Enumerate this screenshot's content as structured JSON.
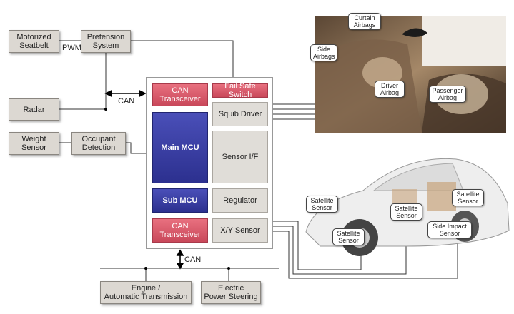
{
  "left_boxes": {
    "motorized_seatbelt": "Motorized\nSeatbelt",
    "pretension_system": "Pretension\nSystem",
    "pwm": "PWM",
    "radar": "Radar",
    "weight_sensor": "Weight\nSensor",
    "occupant_detection": "Occupant\nDetection",
    "can_top": "CAN",
    "can_bottom": "CAN"
  },
  "ecu": {
    "can_transceiver_top": "CAN Transceiver",
    "fail_safe_switch": "Fail Safe Switch",
    "squib_driver": "Squib Driver",
    "main_mcu": "Main MCU",
    "sensor_if": "Sensor I/F",
    "sub_mcu": "Sub MCU",
    "regulator": "Regulator",
    "can_transceiver_bottom": "CAN Transceiver",
    "xy_sensor": "X/Y Sensor"
  },
  "bottom_boxes": {
    "engine": "Engine /\nAutomatic Transmission",
    "eps": "Electric\nPower Steering"
  },
  "interior_callouts": {
    "curtain": "Curtain\nAirbags",
    "side": "Side\nAirbags",
    "driver": "Driver\nAirbag",
    "passenger": "Passenger\nAirbag"
  },
  "car_callouts": {
    "sat1": "Satellite\nSensor",
    "sat2": "Satellite\nSensor",
    "sat3": "Satellite\nSensor",
    "sat4": "Satellite\nSensor",
    "side_impact": "Side Impact\nSensor"
  }
}
